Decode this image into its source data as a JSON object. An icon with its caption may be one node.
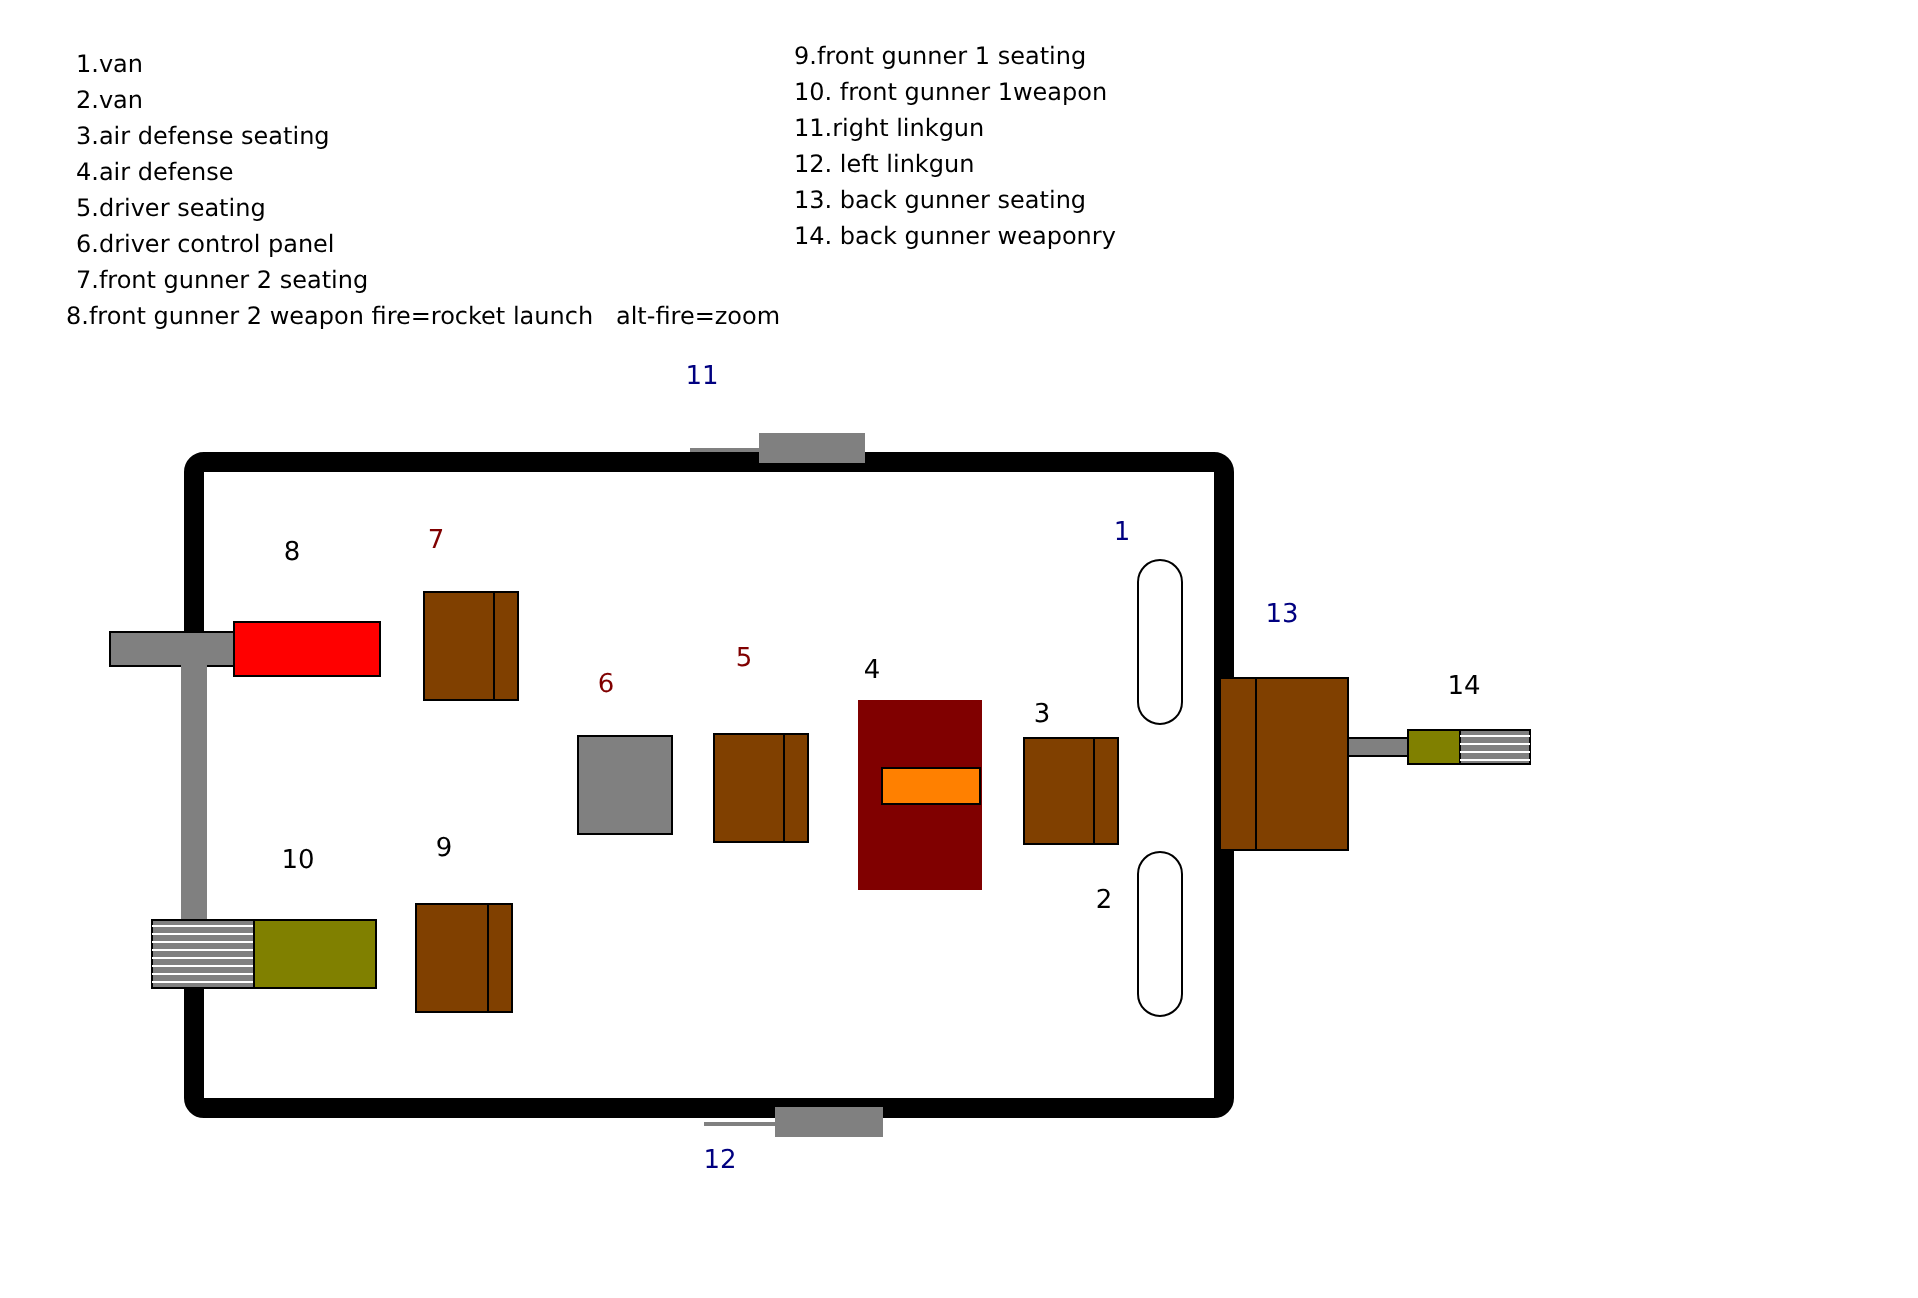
{
  "diagram": {
    "labels": [
      "1.van",
      "2.van",
      "3.air defense seating",
      "4.air defense",
      "5.driver seating",
      "6.driver control panel",
      "7.front gunner 2 seating",
      "8.front gunner 2 weapon fire=rocket launch   alt-fire=zoom",
      "9.front gunner 1 seating",
      "10. front gunner 1weapon",
      "11.right linkgun",
      "12. left linkgun",
      "13. back gunner seating",
      "14. back gunner weaponry",
      "11",
      "8",
      "7",
      "1",
      "13",
      "6",
      "5",
      "4",
      "3",
      "14",
      "10",
      "9",
      "2",
      "12"
    ]
  }
}
